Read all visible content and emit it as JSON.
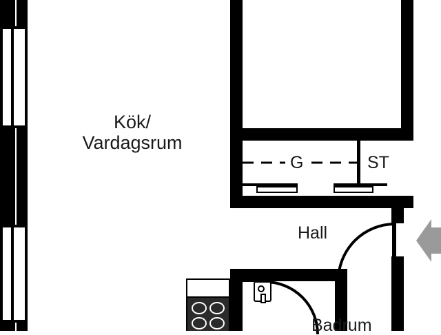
{
  "plan": {
    "type": "apartment-floor-plan",
    "background_color": "#ffffff",
    "wall_color": "#000000",
    "text_color": "#1a1a1a",
    "arrow_color": "#9a9a9a",
    "rooms": [
      {
        "id": "kok-vardagsrum",
        "label_line1": "Kök/",
        "label_line2": "Vardagsrum"
      },
      {
        "id": "hall",
        "label": "Hall"
      },
      {
        "id": "badrum",
        "label": "Badrum"
      }
    ],
    "annotations": [
      {
        "id": "wardrobe-g",
        "label": "G"
      },
      {
        "id": "storage-st",
        "label": "ST"
      }
    ],
    "fixtures": [
      {
        "id": "stove",
        "label": "",
        "burners": 4
      },
      {
        "id": "sink",
        "label": ""
      },
      {
        "id": "entrance-door",
        "label": ""
      },
      {
        "id": "bathroom-door",
        "label": ""
      }
    ],
    "entrance_arrow": {
      "id": "entrance-arrow",
      "direction": "left"
    }
  }
}
